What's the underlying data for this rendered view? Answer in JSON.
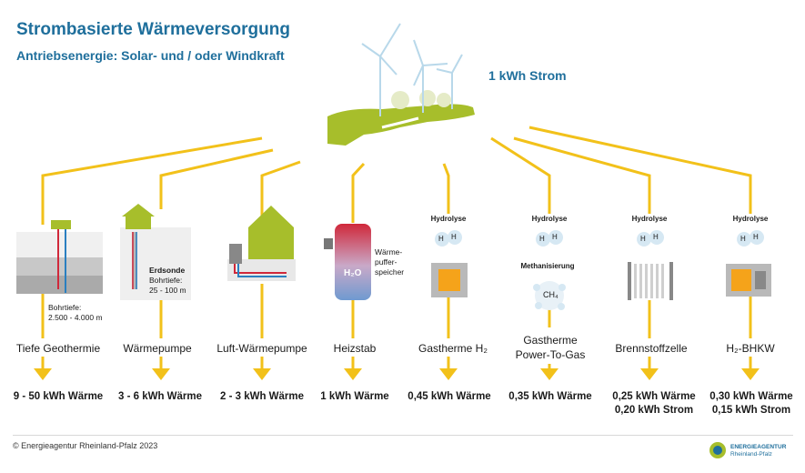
{
  "title": "Strombasierte Wärmeversorgung",
  "subtitle": "Antriebsenergie: Solar- und / oder Windkraft",
  "input_label": "1 kWh Strom",
  "columns": [
    {
      "name": "Tiefe Geothermie",
      "result_line1": "9 - 50 kWh Wärme",
      "result_line2": ""
    },
    {
      "name": "Wärmepumpe",
      "result_line1": "3 - 6 kWh Wärme",
      "result_line2": ""
    },
    {
      "name": "Luft-Wärmepumpe",
      "result_line1": "2 - 3 kWh Wärme",
      "result_line2": ""
    },
    {
      "name": "Heizstab",
      "result_line1": "1 kWh Wärme",
      "result_line2": ""
    },
    {
      "name": "Gastherme H₂",
      "result_line1": "0,45 kWh Wärme",
      "result_line2": ""
    },
    {
      "name": "Gastherme",
      "name_line2": "Power-To-Gas",
      "result_line1": "0,35 kWh Wärme",
      "result_line2": ""
    },
    {
      "name": "Brennstoffzelle",
      "result_line1": "0,25 kWh Wärme",
      "result_line2": "0,20 kWh Strom"
    },
    {
      "name": "H₂-BHKW",
      "result_line1": "0,30 kWh Wärme",
      "result_line2": "0,15 kWh Strom"
    }
  ],
  "annotations": {
    "geothermie_depth_label": "Bohrtiefe:",
    "geothermie_depth_value": "2.500 - 4.000 m",
    "erdsonde_label": "Erdsonde",
    "erdsonde_depth_label": "Bohrtiefe:",
    "erdsonde_depth_value": "25 - 100 m",
    "speicher_line1": "Wärme-",
    "speicher_line2": "puffer-",
    "speicher_line3": "speicher",
    "h2o": "H₂O",
    "hydrolyse": "Hydrolyse",
    "methanisierung": "Methanisierung",
    "ch4": "CH₄",
    "h": "H"
  },
  "footer": "© Energieagentur Rheinland-Pfalz 2023",
  "logo_line1": "ENERGIEAGENTUR",
  "logo_line2": "Rheinland-Pfalz",
  "colors": {
    "accent": "#1f6f9c",
    "line": "#f2c11a",
    "green": "#a7be2b",
    "orange": "#f5a31a"
  }
}
